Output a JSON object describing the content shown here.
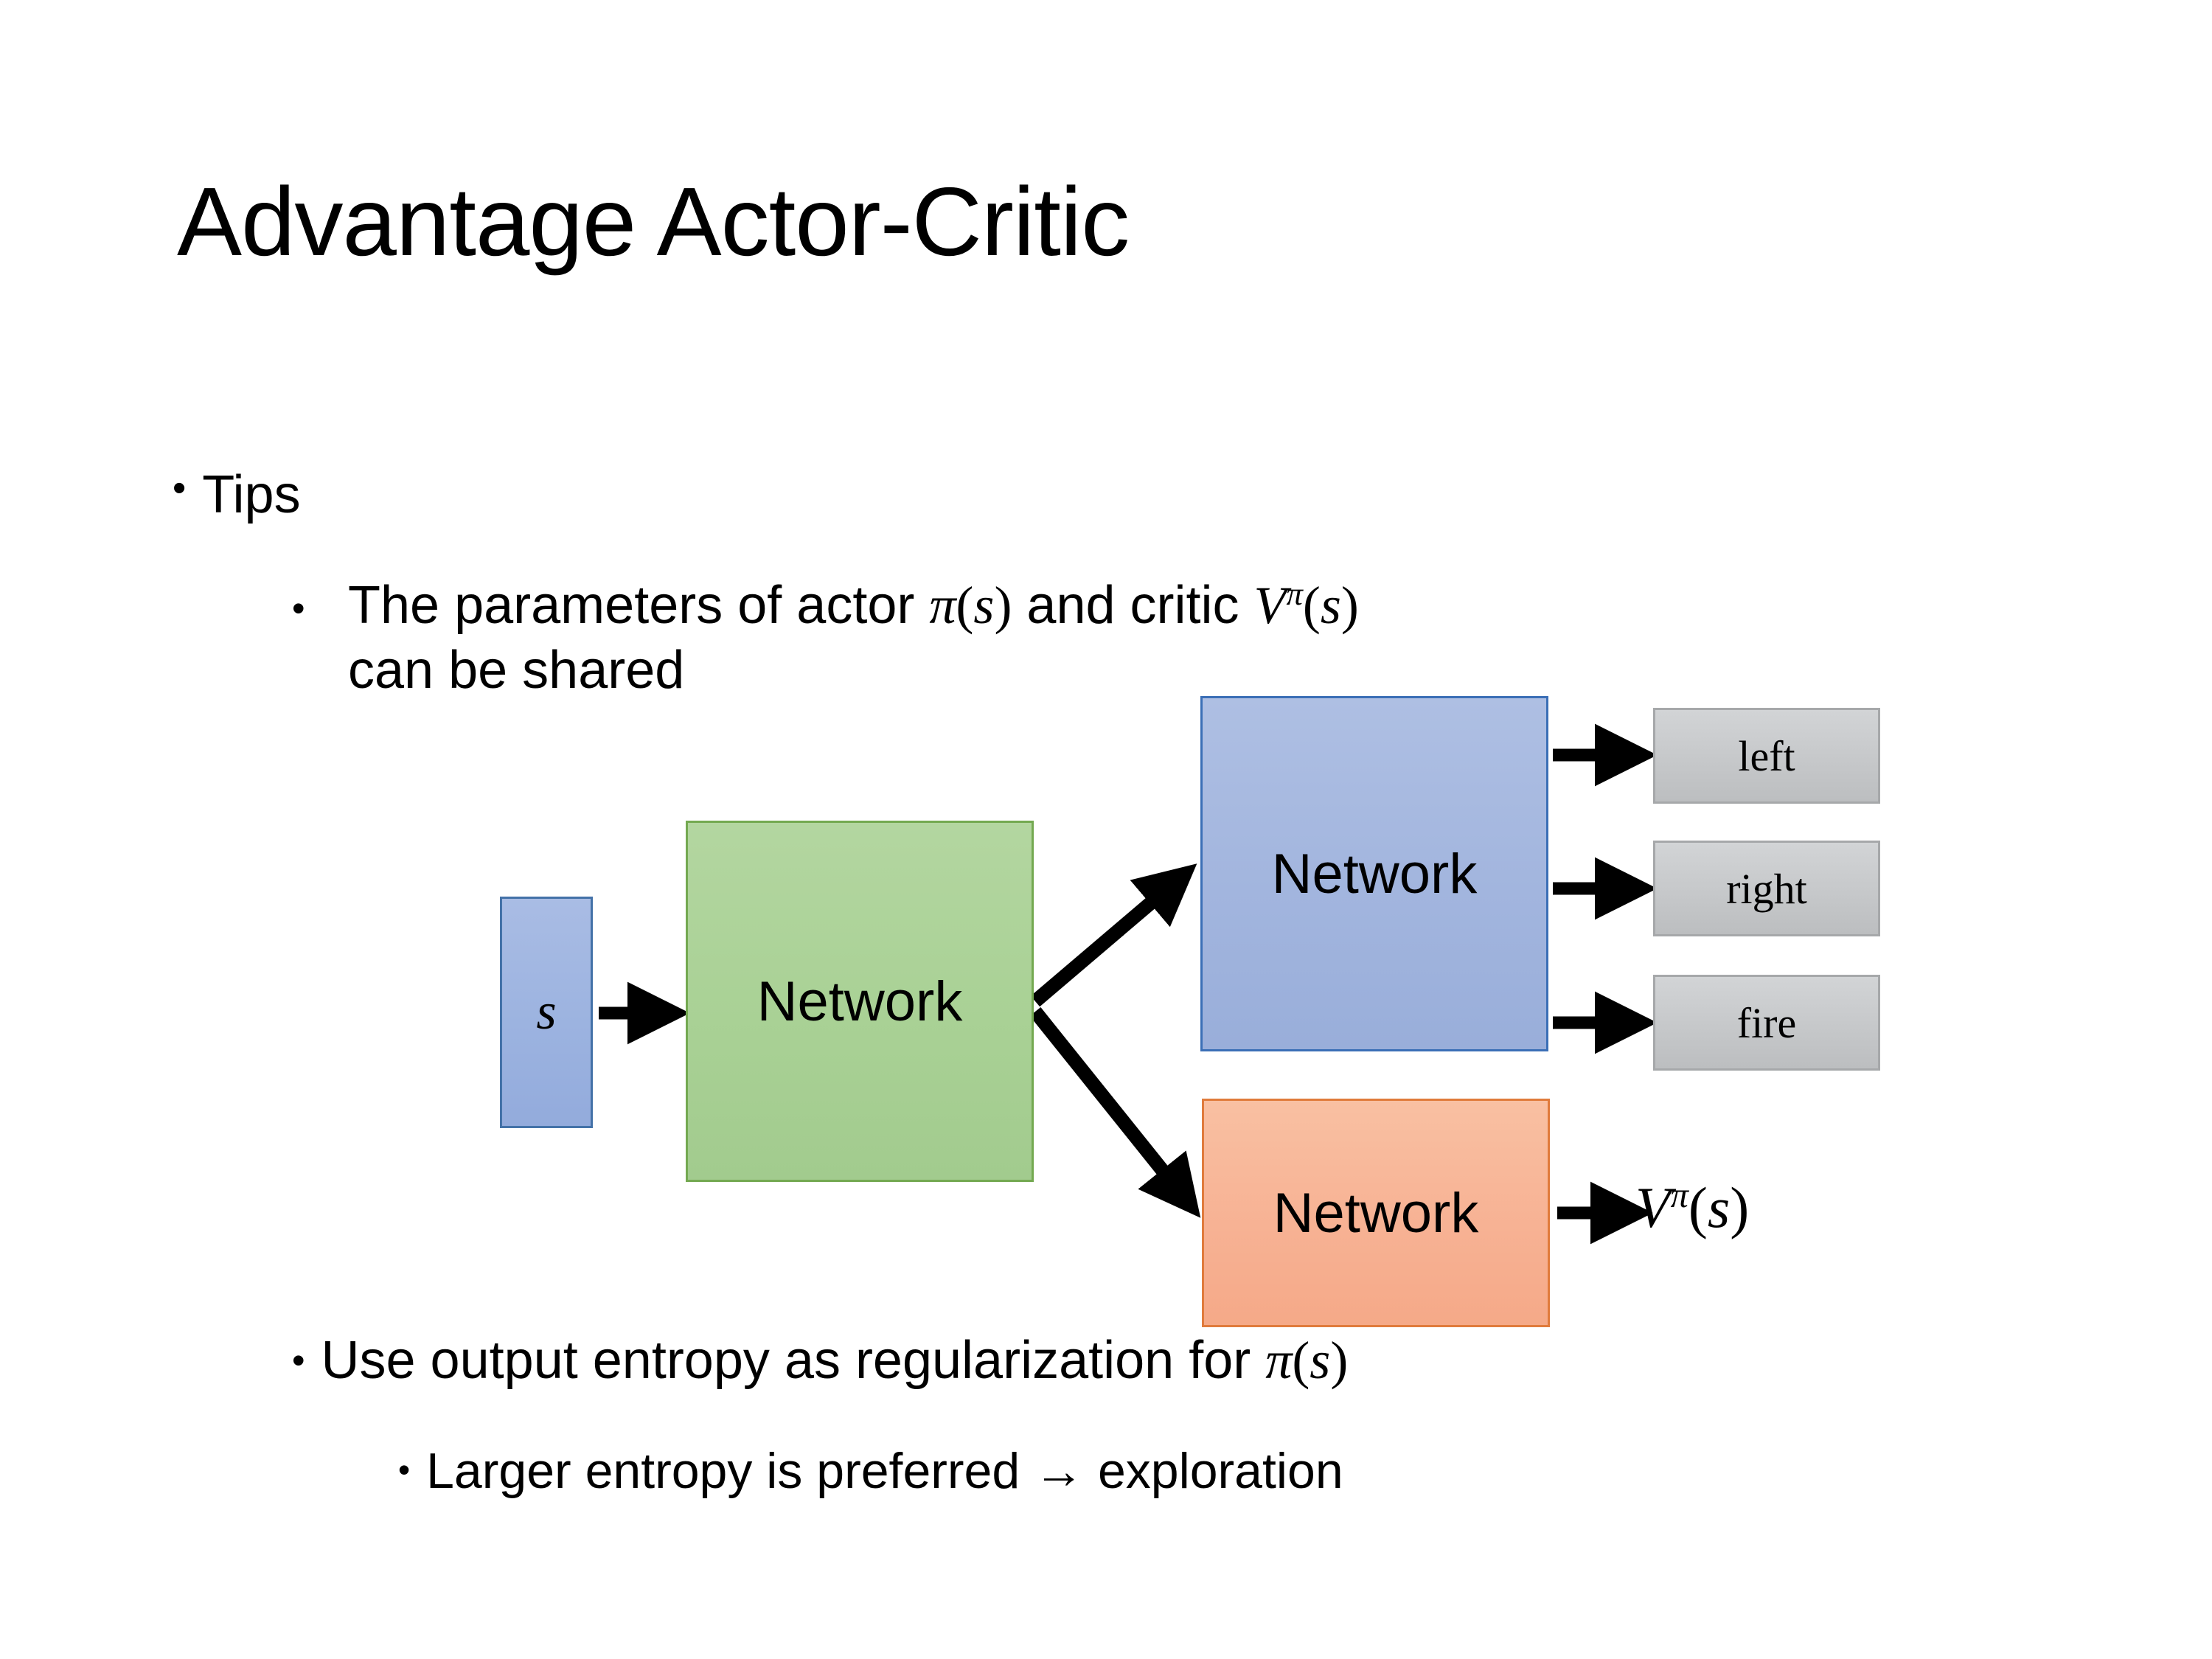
{
  "slide": {
    "title": "Advantage Actor-Critic",
    "background_color": "#ffffff",
    "text_color": "#000000"
  },
  "bullets": {
    "tips": {
      "marker": "•",
      "text": "Tips"
    },
    "shared_params": {
      "marker": "•",
      "text_part1": "The parameters of actor ",
      "math_pi_s": "π(s)",
      "text_part2": "  and critic ",
      "math_v_pi_s": "Vπ(s)",
      "text_part3": "can be shared",
      "full_text": "The parameters of actor π(s)  and critic Vπ(s) can be shared"
    },
    "entropy": {
      "marker": "•",
      "text_part1": "Use output entropy as regularization for ",
      "math_pi_s": "π(s)",
      "full_text": "Use output entropy as regularization for π(s)"
    },
    "larger_entropy": {
      "marker": "•",
      "text": "Larger entropy is preferred → exploration"
    }
  },
  "diagram": {
    "state_box": {
      "label": "s",
      "fill": "#9cb3e0",
      "border": "#4472a8"
    },
    "shared_network": {
      "label": "Network",
      "fill": "#a9d195",
      "border": "#74a951"
    },
    "actor_network": {
      "label": "Network",
      "fill": "#a2b5de",
      "border": "#3b6fb6"
    },
    "critic_network": {
      "label": "Network",
      "fill": "#f7b294",
      "border": "#e07b3c"
    },
    "action_outputs": [
      {
        "label": "left",
        "fill": "#c6c8ca",
        "border": "#a6a8aa"
      },
      {
        "label": "right",
        "fill": "#c6c8ca",
        "border": "#a6a8aa"
      },
      {
        "label": "fire",
        "fill": "#c6c8ca",
        "border": "#a6a8aa"
      }
    ],
    "critic_output": {
      "label": "Vπ(s)",
      "base": "V",
      "superscript": "π",
      "argument": "(s)"
    },
    "arrow_color": "#000000"
  }
}
